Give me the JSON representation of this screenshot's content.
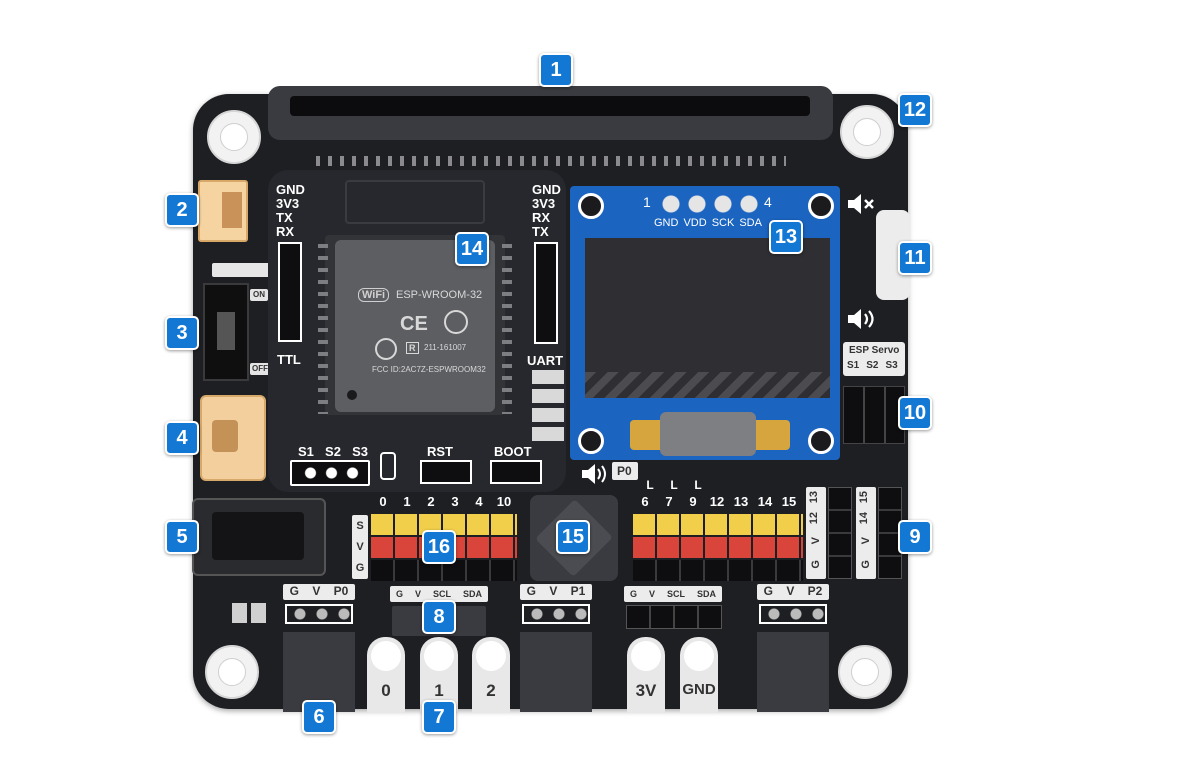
{
  "callouts": [
    "1",
    "2",
    "3",
    "4",
    "5",
    "6",
    "7",
    "8",
    "9",
    "10",
    "11",
    "12",
    "13",
    "14",
    "15",
    "16"
  ],
  "esp": {
    "left_pins": [
      "GND",
      "3V3",
      "TX",
      "RX"
    ],
    "right_pins": [
      "GND",
      "3V3",
      "RX",
      "TX"
    ],
    "ttl": "TTL",
    "uart": "UART",
    "module_name": "ESP-WROOM-32",
    "wifi_logo": "WiFi",
    "ce_mark": "CE",
    "cert_r": "R",
    "cert_num": "211-161007",
    "fcc": "FCC ID:2AC7Z-ESPWROOM32",
    "servo_pins": [
      "S1",
      "S2",
      "S3"
    ],
    "rst": "RST",
    "boot": "BOOT"
  },
  "switch": {
    "on": "ON",
    "off": "OFF"
  },
  "oled": {
    "pin_start": "1",
    "pin_end": "4",
    "pins": [
      "GND",
      "VDD",
      "SCK",
      "SDA"
    ]
  },
  "servo_block": {
    "title": "ESP Servo",
    "pins": [
      "S1",
      "S2",
      "S3"
    ]
  },
  "p0_label": "P0",
  "left_header": {
    "cols": [
      "0",
      "1",
      "2",
      "3",
      "4",
      "10"
    ],
    "rows": [
      "S",
      "V",
      "G"
    ]
  },
  "right_header": {
    "marks": [
      "L",
      "L",
      "L"
    ],
    "cols": [
      "6",
      "7",
      "9",
      "12",
      "13",
      "14",
      "15"
    ]
  },
  "side_header": {
    "col_a_top": [
      "13",
      "12"
    ],
    "col_a_bottom": [
      "V",
      "G"
    ],
    "col_b_top": [
      "15",
      "14"
    ],
    "col_b_bottom": [
      "V",
      "G"
    ]
  },
  "ports": [
    {
      "pins": [
        "G",
        "V",
        "P0"
      ]
    },
    {
      "pins": [
        "G",
        "V",
        "P1"
      ]
    },
    {
      "pins": [
        "G",
        "V",
        "P2"
      ]
    }
  ],
  "i2c_left": [
    "G",
    "V",
    "SCL",
    "SDA"
  ],
  "i2c_right": [
    "G",
    "V",
    "SCL",
    "SDA"
  ],
  "edge_tabs": [
    "0",
    "1",
    "2",
    "3V",
    "GND"
  ],
  "colors": {
    "board": "#1e1f23",
    "badge": "#1278d4",
    "oled": "#1b64c0",
    "pin_yellow": "#f2cf4a",
    "pin_red": "#d9453a"
  }
}
